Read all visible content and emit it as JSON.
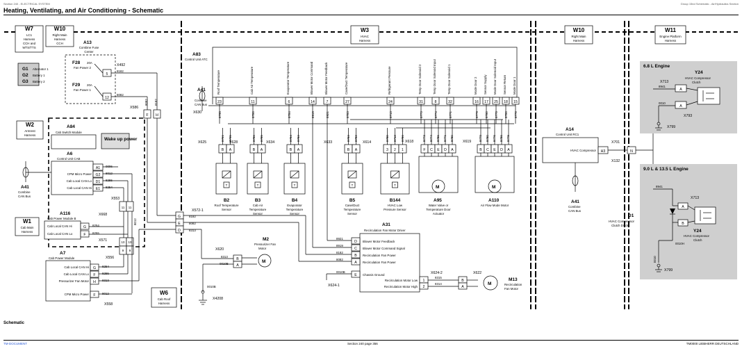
{
  "header": {
    "left_small": "Section 240 - ELECTRICAL SYSTEM",
    "right_small": "Group 15nd Schematic - Air/Hydraulics Section",
    "title": "Heating, Ventilating, and Air Conditioning - Schematic"
  },
  "footer": {
    "left": "TM-DOCUMENT",
    "center": "Section 240 page 356",
    "right": "TM0000 LIEBHERR DEUTSCHLAND"
  },
  "section_label": "Schematic",
  "harness_labels": {
    "w7": {
      "id": "W7",
      "lines": [
        "LC1",
        "Harness",
        "CCH and",
        "WTS/TTS"
      ]
    },
    "w10a": {
      "id": "W10",
      "lines": [
        "Right Main",
        "Harness",
        "CCH"
      ]
    },
    "w3": {
      "id": "W3",
      "lines": [
        "HVAC",
        "Harness"
      ]
    },
    "w10b": {
      "id": "W10",
      "lines": [
        "Right Main",
        "Harness"
      ]
    },
    "w11": {
      "id": "W11",
      "lines": [
        "Engine Platform",
        "Harness"
      ]
    },
    "w2": {
      "id": "W2",
      "lines": [
        "Armrest",
        "Harness"
      ]
    },
    "w1": {
      "id": "W1",
      "lines": [
        "Cab Main",
        "Harness"
      ]
    },
    "w6": {
      "id": "W6",
      "lines": [
        "Cab Roof",
        "Harness"
      ]
    }
  },
  "a13": {
    "id": "A13",
    "lines": [
      "Combine Fuse",
      "Center"
    ],
    "f28": {
      "id": "F28",
      "rating": "20A",
      "name": "Fan Power 2"
    },
    "f29": {
      "id": "F29",
      "rating": "20A",
      "name": "Fan Power 1"
    },
    "x492": "X492",
    "pin5": "5",
    "pin12": "12",
    "w8182": "8182",
    "w8082": "8082"
  },
  "g_boxes": [
    {
      "id": "G1",
      "name": "Alternator 1"
    },
    {
      "id": "G2",
      "name": "Battery 1"
    },
    {
      "id": "G3",
      "name": "Battery 2"
    }
  ],
  "x586": {
    "id": "X586",
    "pin_f": "F",
    "pin_h": "H",
    "w8082": "8082",
    "w8182": "8182"
  },
  "a84": {
    "id": "A84",
    "name": "Cab Switch Module"
  },
  "wakeup": "Wake up power",
  "a6": {
    "id": "A6",
    "name": "Control Unit CAB",
    "pins": [
      {
        "label": "CPM Micro Power",
        "pin": "G2",
        "wire": "8012"
      },
      {
        "label": "Cab Local CAN Lo",
        "pin": "D1",
        "wire": "8255"
      },
      {
        "label": "Cab Local CAN Hi",
        "pin": "E1",
        "wire": "8254"
      }
    ],
    "pin_a1": "A1",
    "wire_a1": "0006"
  },
  "a41_left": {
    "id": "A41",
    "lines": [
      "Combine",
      "CAN Bus"
    ]
  },
  "x553": "X553",
  "a116": {
    "id": "A116",
    "name": "Cab Power Module B",
    "pins": [
      {
        "label": "Cab Local CAN Hi",
        "pin": "G",
        "wire": "8254"
      },
      {
        "label": "Cab Local CAN Lo",
        "pin": "F",
        "wire": "8255"
      }
    ]
  },
  "x668": {
    "id": "X668",
    "pins": [
      "11",
      "11"
    ]
  },
  "x571": {
    "id": "X571",
    "pins": [
      "10",
      "10",
      "9",
      "9"
    ]
  },
  "vertical_wires": {
    "w8012": "8012",
    "w8255": "8255",
    "w8254": "8254"
  },
  "a7": {
    "id": "A7",
    "name": "Cab Power Module",
    "pins": [
      {
        "label": "Cab Local CAN Hi",
        "pin": "G",
        "wire": "8254"
      },
      {
        "label": "Cab Local CAN Lo",
        "pin": "F",
        "wire": "8255"
      },
      {
        "label": "Pressurizer Fan Motor",
        "pin": "H",
        "wire": "8313"
      }
    ],
    "cpm": {
      "label": "CPM Micro Power",
      "pin": "F",
      "wire": "8012"
    },
    "x556": "X556",
    "x558": "X558"
  },
  "x572": {
    "id": "X572-1",
    "pins": [
      {
        "pin": "G",
        "wire": "8182"
      },
      {
        "pin": "E",
        "wire": "8082"
      },
      {
        "pin": "D",
        "wire": "8313"
      }
    ]
  },
  "a83": {
    "id": "A83",
    "name": "Control Unit ATC",
    "pins": [
      {
        "label": "Roof Temperature",
        "pin": "23",
        "wire": "8795"
      },
      {
        "label": "Cab Air Temperature",
        "pin": "11",
        "wire": "8786"
      },
      {
        "label": "Evaporator Temperature",
        "pin": "6",
        "wire": "8784"
      },
      {
        "label": "Blower Motor Command",
        "pin": "14",
        "wire": "8919"
      },
      {
        "label": "Blower Motor Feedback",
        "pin": "7",
        "wire": "8921"
      },
      {
        "label": "Case/Duct Temperature",
        "pin": "27",
        "wire": "8783"
      },
      {
        "label": "Refrigerant Pressure",
        "pin": "24",
        "wire": "8713"
      },
      {
        "label": "Temp Door Solenoid 2",
        "pin": "31",
        "wire": "8773"
      },
      {
        "label": "Temp Door Solenoid Input",
        "pin": "8",
        "wire": "8774"
      },
      {
        "label": "Temp Door Solenoid 1",
        "pin": "32",
        "wire": "8771"
      },
      {
        "label": "Mode Door 2",
        "pin": "16",
        "wire": "8779"
      },
      {
        "label": "Sensor Supply",
        "pin": "17",
        "wire": "8780"
      },
      {
        "label": "Mode Door Solenoid Input",
        "pin": "25",
        "wire": "8775"
      },
      {
        "label": "Sensor Return",
        "pin": "18",
        "wire": "8786"
      },
      {
        "label": "Mode Door 1",
        "pin": "15",
        "wire": "8778"
      }
    ]
  },
  "a41_mid": {
    "id": "A41",
    "lines": [
      "Combine",
      "CAN Bus"
    ]
  },
  "x630": "X630",
  "sensors": [
    {
      "conn": "X625",
      "id": "B2",
      "lines": [
        "Roof Temperature",
        "Sensor"
      ],
      "pins": [
        "B",
        "A"
      ],
      "wires": [
        "8761",
        "8795"
      ]
    },
    {
      "conn": "X628",
      "id": "B3",
      "lines": [
        "Cab Air",
        "Temperature",
        "Sensor"
      ],
      "pins": [
        "B",
        "A"
      ],
      "wires": [
        "8786",
        "8785"
      ]
    },
    {
      "conn": "X634",
      "id": "B4",
      "lines": [
        "Evaporator",
        "Temperature",
        "Sensor"
      ],
      "pins": [
        "B",
        "A"
      ],
      "wires": [
        "8784",
        "8783"
      ]
    },
    {
      "conn": "X633",
      "id": "B5",
      "lines": [
        "Case/Duct",
        "Temperature",
        "Sensor"
      ],
      "pins": [
        "B",
        "A"
      ],
      "wires": [
        "8783",
        "8782"
      ]
    },
    {
      "conn": "X614",
      "id": "B144",
      "lines": [
        "HVAC Low",
        "Pressure Sensor"
      ],
      "pins": [
        "3",
        "2",
        "1"
      ],
      "wires": [
        "8780",
        "8713",
        "8786"
      ]
    }
  ],
  "a95": {
    "id": "A95",
    "conn": "X618",
    "lines": [
      "Water Valve or",
      "Temperature Door",
      "Actuator"
    ],
    "pins": [
      "F",
      "C",
      "E",
      "D",
      "A"
    ],
    "wires": [
      "8773",
      "8774",
      "8786",
      "8771",
      "8780"
    ]
  },
  "a110": {
    "id": "A110",
    "conn": "X619",
    "lines": [
      "Air Flow Mode Motor"
    ],
    "pins": [
      "B",
      "C",
      "E",
      "D",
      "A"
    ],
    "wires": [
      "8779",
      "8780",
      "8776",
      "8786",
      "8778"
    ]
  },
  "a31": {
    "id": "A31",
    "name": "Recirculation Fan Motor Driver",
    "pins": [
      {
        "label": "Blower Motor Feedback",
        "pin": "D",
        "wire": "8921"
      },
      {
        "label": "Blower Motor Command Signal",
        "pin": "C",
        "wire": "8919"
      },
      {
        "label": "Recirculation Fan Power",
        "pin": "B",
        "wire": "8182"
      },
      {
        "label": "Recirculation Fan Power",
        "pin": "A",
        "wire": "8082"
      },
      {
        "label": "Chassis Ground",
        "pin": "E",
        "wire": "0010B"
      }
    ],
    "out": [
      {
        "label": "Recirculation Motor Low",
        "pin": "1",
        "wire": "8315"
      },
      {
        "label": "Recirculation Motor High",
        "pin": "2",
        "wire": "8314"
      }
    ],
    "x6241": "X624-1",
    "x6242": "X624-2"
  },
  "m13": {
    "id": "M13",
    "lines": [
      "Recirculation",
      "Fan Motor"
    ],
    "conn": "X622",
    "pins": [
      "B",
      "A"
    ]
  },
  "m2": {
    "id": "M2",
    "lines": [
      "Pressurizer Fan",
      "Motor"
    ],
    "conn": "X620",
    "pins": [
      {
        "pin": "B",
        "wire": "8313"
      },
      {
        "pin": "A",
        "wire": "0010B"
      }
    ]
  },
  "ground_left": {
    "wire": "0010B",
    "conn": "X4208"
  },
  "a14": {
    "id": "A14",
    "name": "Control Unit RC1",
    "pin_label": "HVAC Compressor",
    "pin": "H3",
    "x701": "X701",
    "x132": "X132",
    "npin": "N"
  },
  "a41_right": {
    "id": "A41",
    "lines": [
      "Combine",
      "CAN Bus"
    ]
  },
  "eng68": {
    "title": "6.8 L Engine",
    "x713": "X713",
    "y24": {
      "id": "Y24",
      "lines": [
        "HVAC Compressor",
        "Clutch"
      ]
    },
    "pins": [
      "A",
      "A"
    ],
    "w1": "8941",
    "w2": "0010",
    "x793": "X793",
    "x799": "X799"
  },
  "eng90": {
    "title": "9.0 L & 13.5 L Engine",
    "x713": "X713",
    "d1": {
      "id": "D1",
      "lines": [
        "HVAC Compressor",
        "Clutch Diode"
      ]
    },
    "y24": {
      "id": "Y24",
      "lines": [
        "HVAC Compressor",
        "Clutch"
      ]
    },
    "pins": [
      "A",
      "B"
    ],
    "w1": "8941",
    "w2": "0010H",
    "w3": "0010",
    "x799": "X799"
  }
}
